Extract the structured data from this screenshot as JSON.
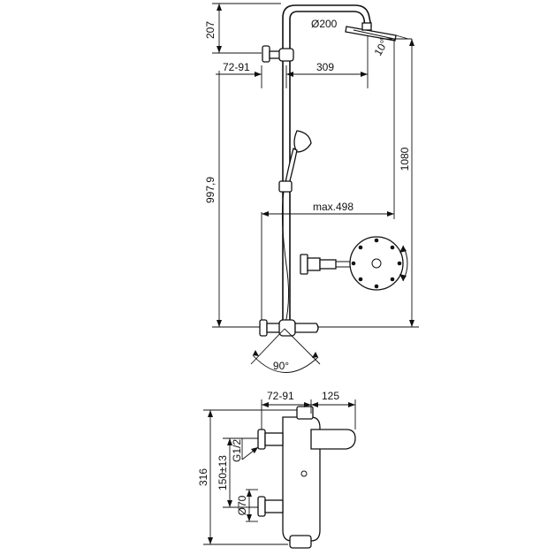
{
  "dimensions": {
    "top_offset": "207",
    "head_diameter": "Ø200",
    "head_angle": "10°",
    "wall_range_top": "72-91",
    "arm_length": "309",
    "total_height": "997,9",
    "right_height": "1080",
    "max_reach": "max.498",
    "spout_angle": "90°",
    "wall_range_bottom": "72-91",
    "spout_length": "125",
    "body_height": "316",
    "centers": "150±13",
    "thread": "G1/2",
    "flange_diameter": "Ø70"
  }
}
